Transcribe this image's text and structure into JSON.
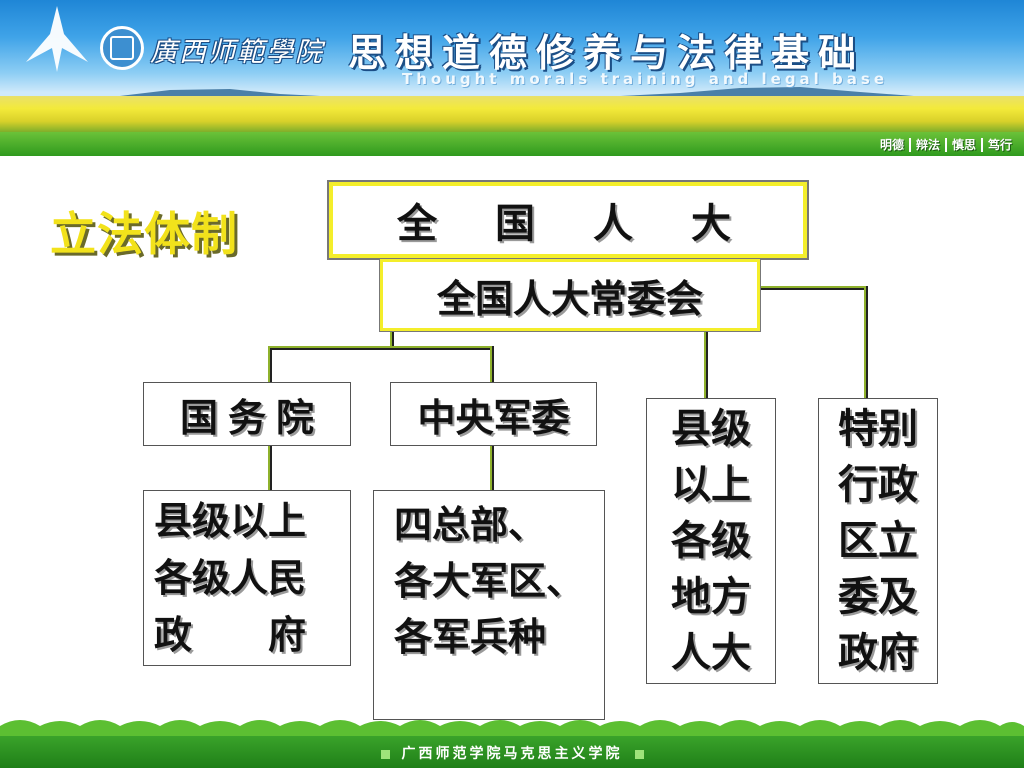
{
  "header": {
    "school_name": "廣西师範學院",
    "course_title": "思想道德修养与法律基础",
    "course_subtitle": "Thought morals training and legal base"
  },
  "menu": {
    "items": [
      "明德",
      "辩法",
      "慎思",
      "笃行"
    ]
  },
  "section_title": "立法体制",
  "diagram": {
    "npc": "全国人大",
    "npc_standing_committee": "全国人大常委会",
    "state_council": "国务院",
    "central_military_commission": "中央军委",
    "local_governments": "县级以上\n各级人民\n政　　府",
    "pla_units": "四总部、\n各大军区、\n各军兵种",
    "local_npcs": "县级以上各级地方人大",
    "sar_bodies": "特别行政区立委及政府",
    "colors": {
      "node_border_highlight": "#f4ee2a",
      "connector": "#6a8a1e",
      "title": "#f2e21b"
    }
  },
  "footer": {
    "text": "广西师范学院马克思主义学院"
  }
}
